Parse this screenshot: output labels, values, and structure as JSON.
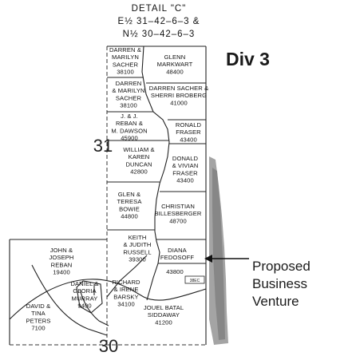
{
  "detail": {
    "title": "DETAIL \"C\"",
    "line1": "E½ 31–42–6–3 &",
    "line2": "N½ 30–42–6–3"
  },
  "division_label": "Div 3",
  "section_labels": {
    "s31": "31",
    "s30": "30"
  },
  "proposed_label": [
    "Proposed",
    "Business",
    "Venture"
  ],
  "small_tag": "38EC",
  "parcels": [
    {
      "id": "p-sacher-38100-top",
      "lines": [
        "DARREN &",
        "MARILYN",
        "SACHER",
        "38100"
      ]
    },
    {
      "id": "p-markwart",
      "lines": [
        "GLENN",
        "MARKWART",
        "48400"
      ]
    },
    {
      "id": "p-sacher-38100-mid",
      "lines": [
        "DARREN",
        "& MARILYN",
        "SACHER",
        "38100"
      ]
    },
    {
      "id": "p-sacher-broberg",
      "lines": [
        "DARREN SACHER &",
        "SHERRI BROBERG",
        "41000"
      ]
    },
    {
      "id": "p-reban-dawson",
      "lines": [
        "J. & J.",
        "REBAN &",
        "M. DAWSON",
        "45900"
      ]
    },
    {
      "id": "p-ronald-fraser",
      "lines": [
        "RONALD",
        "FRASER",
        "43400"
      ]
    },
    {
      "id": "p-duncan",
      "lines": [
        "WILLIAM &",
        "KAREN",
        "DUNCAN",
        "42800"
      ]
    },
    {
      "id": "p-donald-fraser",
      "lines": [
        "DONALD",
        "& VIVIAN",
        "FRASER",
        "43400"
      ]
    },
    {
      "id": "p-bowie",
      "lines": [
        "GLEN &",
        "TERESA",
        "BOWIE",
        "44800"
      ]
    },
    {
      "id": "p-billesberger",
      "lines": [
        "CHRISTIAN",
        "BILLESBERGER",
        "48700"
      ]
    },
    {
      "id": "p-russell",
      "lines": [
        "KEITH",
        "& JUDITH",
        "RUSSELL",
        "39300"
      ]
    },
    {
      "id": "p-fedosoff",
      "lines": [
        "DIANA",
        "FEDOSOFF"
      ]
    },
    {
      "id": "p-43800",
      "lines": [
        "43800"
      ]
    },
    {
      "id": "p-joseph-reban",
      "lines": [
        "JOHN &",
        "JOSEPH",
        "REBAN",
        "19400"
      ]
    },
    {
      "id": "p-murray",
      "lines": [
        "DANIEL &",
        "GLORIA",
        "MURRAY",
        "9400"
      ]
    },
    {
      "id": "p-barsky",
      "lines": [
        "RICHARD",
        "& IRENE",
        "BARSKY",
        "34100"
      ]
    },
    {
      "id": "p-peters",
      "lines": [
        "DAVID &",
        "TINA",
        "PETERS",
        "7100"
      ]
    },
    {
      "id": "p-siddaway",
      "lines": [
        "JOUEL BATAL",
        "SIDDAWAY",
        "41200"
      ]
    }
  ]
}
